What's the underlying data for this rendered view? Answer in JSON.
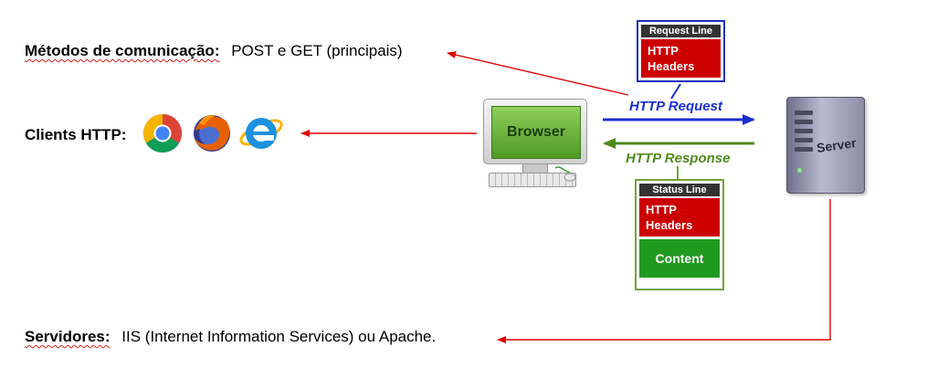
{
  "metodos": {
    "label": "Métodos de comunicação:",
    "value": "POST e GET (principais)"
  },
  "clients": {
    "label": "Clients HTTP:",
    "icons": [
      "chrome-icon",
      "firefox-icon",
      "internet-explorer-icon"
    ]
  },
  "servidores": {
    "label": "Servidores:",
    "value": "IIS (Internet Information Services) ou Apache."
  },
  "browser": {
    "label": "Browser"
  },
  "server": {
    "label": "Server"
  },
  "request": {
    "label": "HTTP Request",
    "box": {
      "header": "Request Line",
      "body_line1": "HTTP",
      "body_line2": "Headers"
    }
  },
  "response": {
    "label": "HTTP Response",
    "box": {
      "header": "Status Line",
      "body_line1": "HTTP",
      "body_line2": "Headers",
      "content": "Content"
    }
  },
  "colors": {
    "annotation_arrow": "#e00000",
    "request": "#1a2fd0",
    "response": "#4f8a1c",
    "content_box": "#1f9a1f",
    "header_box": "#cc0000"
  }
}
